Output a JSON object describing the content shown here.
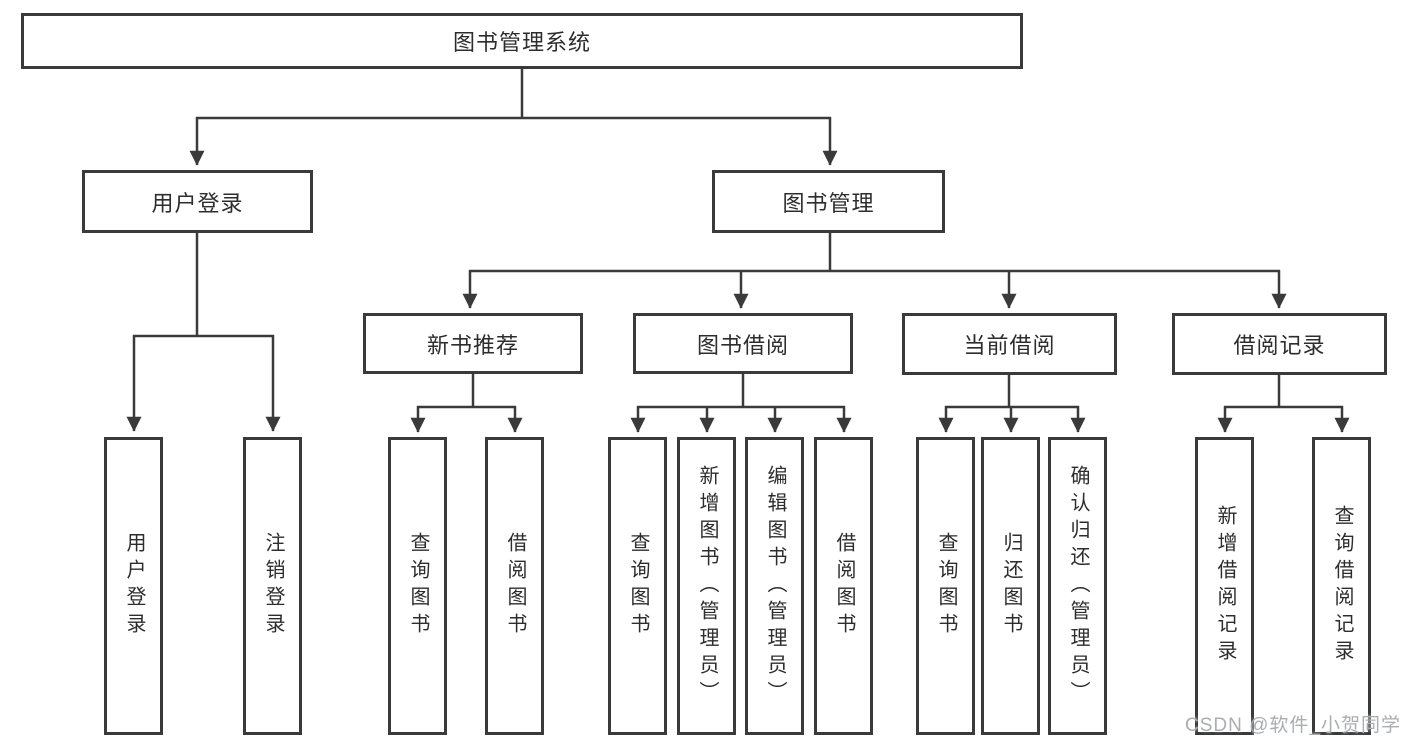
{
  "colors": {
    "line": "#3a3a3a",
    "text": "#2d2d2d",
    "box_background": "#ffffff",
    "background": "#ffffff",
    "watermark": "#aaadb2"
  },
  "watermark": {
    "text": "CSDN @软件_小贺同学"
  },
  "tree": {
    "root": {
      "label": "图书管理系统"
    },
    "children": [
      {
        "label": "用户登录",
        "children": [
          {
            "label": "用户登录"
          },
          {
            "label": "注销登录"
          }
        ]
      },
      {
        "label": "图书管理",
        "children": [
          {
            "label": "新书推荐",
            "children": [
              {
                "label": "查询图书"
              },
              {
                "label": "借阅图书"
              }
            ]
          },
          {
            "label": "图书借阅",
            "children": [
              {
                "label": "查询图书"
              },
              {
                "label": "新增图书（管理员）"
              },
              {
                "label": "编辑图书（管理员）"
              },
              {
                "label": "借阅图书"
              }
            ]
          },
          {
            "label": "当前借阅",
            "children": [
              {
                "label": "查询图书"
              },
              {
                "label": "归还图书"
              },
              {
                "label": "确认归还（管理员）"
              }
            ]
          },
          {
            "label": "借阅记录",
            "children": [
              {
                "label": "新增借阅记录"
              },
              {
                "label": "查询借阅记录"
              }
            ]
          }
        ]
      }
    ]
  }
}
